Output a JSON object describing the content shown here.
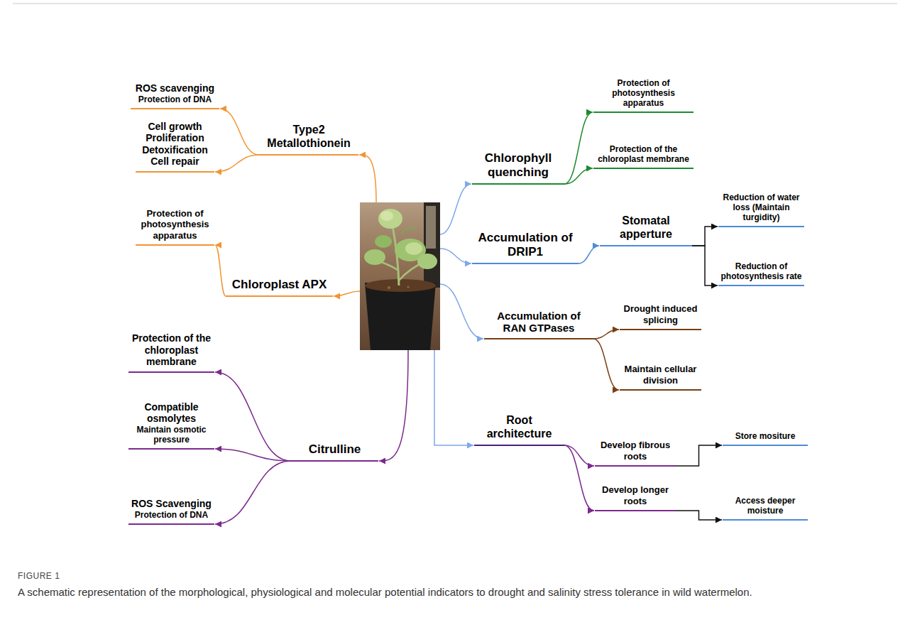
{
  "diagram": {
    "caption": "A schematic representation of the morphological, physiological and molecular potential indicators to drought and salinity stress tolerance in wild watermelon.",
    "nodes": [
      {
        "text": [
          "ROS scavenging",
          "Protection of DNA"
        ]
      },
      {
        "text": [
          "Cell growth Proliferation Detoxification Cell repair"
        ]
      },
      {
        "text": [
          "Type2 Metallothionein"
        ]
      },
      {
        "text": [
          "Protection of photosynthesis apparatus"
        ]
      },
      {
        "text": [
          "Chloroplast APX"
        ]
      },
      {
        "text": [
          "Protection of the chloroplast membrane"
        ]
      },
      {
        "text": [
          "Compatible osmolytes",
          "Maintain osmotic pressure"
        ]
      },
      {
        "text": [
          "ROS Scavenging",
          "Protection of DNA"
        ]
      },
      {
        "text": [
          "Citrulline"
        ]
      },
      {
        "text": [
          "Chlorophyll quenching"
        ]
      },
      {
        "text": [
          "Protection of photosynthesis apparatus"
        ]
      },
      {
        "text": [
          "Protection of the chloroplast membrane"
        ]
      },
      {
        "text": [
          "Accumulation of DRIP1"
        ]
      },
      {
        "text": [
          "Stomatal apperture"
        ]
      },
      {
        "text": [
          "Reduction of water loss (Maintain turgidity)"
        ]
      },
      {
        "text": [
          "Reduction of photosynthesis rate"
        ]
      },
      {
        "text": [
          "Accumulation of RAN GTPases"
        ]
      },
      {
        "text": [
          "Drought induced splicing"
        ]
      },
      {
        "text": [
          "Maintain cellular division"
        ]
      },
      {
        "text": [
          "Root architecture"
        ]
      },
      {
        "text": [
          "Develop fibrous roots"
        ]
      },
      {
        "text": [
          "Develop longer roots"
        ]
      },
      {
        "text": [
          "Store mositure"
        ]
      },
      {
        "text": [
          "Access deeper moisture"
        ]
      }
    ],
    "edges": [
      {
        "from": 2,
        "to": 0,
        "arrow": "to"
      },
      {
        "from": 2,
        "to": 1,
        "arrow": "to"
      },
      {
        "from": 4,
        "to": 3,
        "arrow": "to"
      },
      {
        "from": 8,
        "to": 5,
        "arrow": "to"
      },
      {
        "from": 8,
        "to": 6,
        "arrow": "to"
      },
      {
        "from": 8,
        "to": 7,
        "arrow": "to"
      },
      {
        "from": 9,
        "to": 10,
        "arrow": "to"
      },
      {
        "from": 9,
        "to": 11,
        "arrow": "to"
      },
      {
        "from": 12,
        "to": 13,
        "arrow": "to"
      },
      {
        "from": 13,
        "to": 14,
        "arrow": "to"
      },
      {
        "from": 13,
        "to": 15,
        "arrow": "to"
      },
      {
        "from": 16,
        "to": 17,
        "arrow": "to"
      },
      {
        "from": 16,
        "to": 18,
        "arrow": "to"
      },
      {
        "from": 19,
        "to": 20,
        "arrow": "to"
      },
      {
        "from": 19,
        "to": 21,
        "arrow": "to"
      },
      {
        "from": 20,
        "to": 22,
        "arrow": "to"
      },
      {
        "from": 21,
        "to": 23,
        "arrow": "to"
      }
    ],
    "labels": [
      "FIGURE 1"
    ]
  }
}
